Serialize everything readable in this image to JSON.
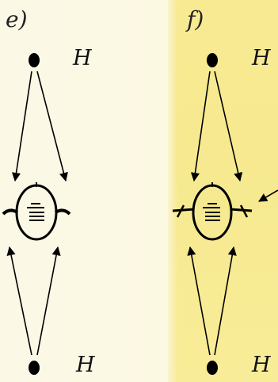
{
  "panels": [
    {
      "label": "e)",
      "top_label": "H",
      "bottom_label": "H"
    },
    {
      "label": "f)",
      "top_label": "H",
      "bottom_label": "H"
    }
  ],
  "colors": {
    "panel_e_bg": "#fbf8e6",
    "panel_f_bg": "#f7ea91",
    "ink": "#000000"
  }
}
